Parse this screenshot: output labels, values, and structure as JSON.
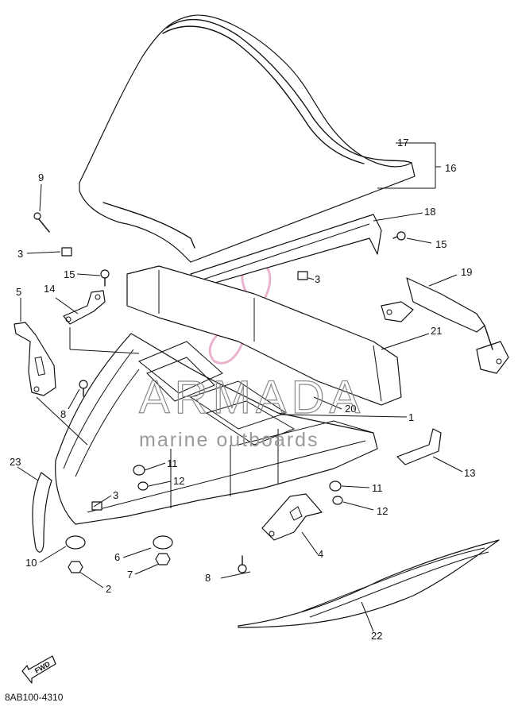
{
  "diagram": {
    "callouts": [
      "1",
      "2",
      "3",
      "3",
      "3",
      "4",
      "5",
      "6",
      "7",
      "8",
      "8",
      "9",
      "10",
      "11",
      "11",
      "12",
      "12",
      "13",
      "14",
      "15",
      "15",
      "16",
      "17",
      "18",
      "19",
      "20",
      "21",
      "22",
      "23"
    ],
    "watermark": {
      "brand": "ARMADA",
      "tagline": "marine outboards",
      "logo_color": "#e8a5c5"
    },
    "fwd_arrow": "FWD",
    "diagram_code": "8AB100-4310"
  }
}
